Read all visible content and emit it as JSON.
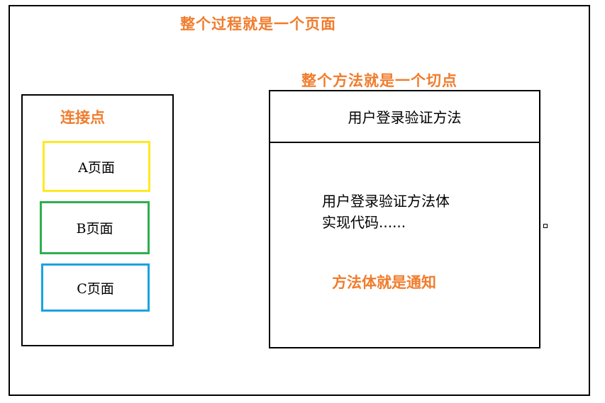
{
  "title": "整个过程就是一个页面",
  "left_panel": {
    "label": "连接点",
    "pages": [
      "A页面",
      "B页面",
      "C页面"
    ]
  },
  "right_panel": {
    "label": "整个方法就是一个切点",
    "header": "用户登录验证方法",
    "body_line1": "用户登录验证方法体",
    "body_line2": "实现代码......",
    "advice": "方法体就是通知"
  },
  "colors": {
    "accent": "#f07c2c",
    "page_a_border": "#ffe924",
    "page_b_border": "#2fae4e",
    "page_c_border": "#1aa3e0"
  }
}
